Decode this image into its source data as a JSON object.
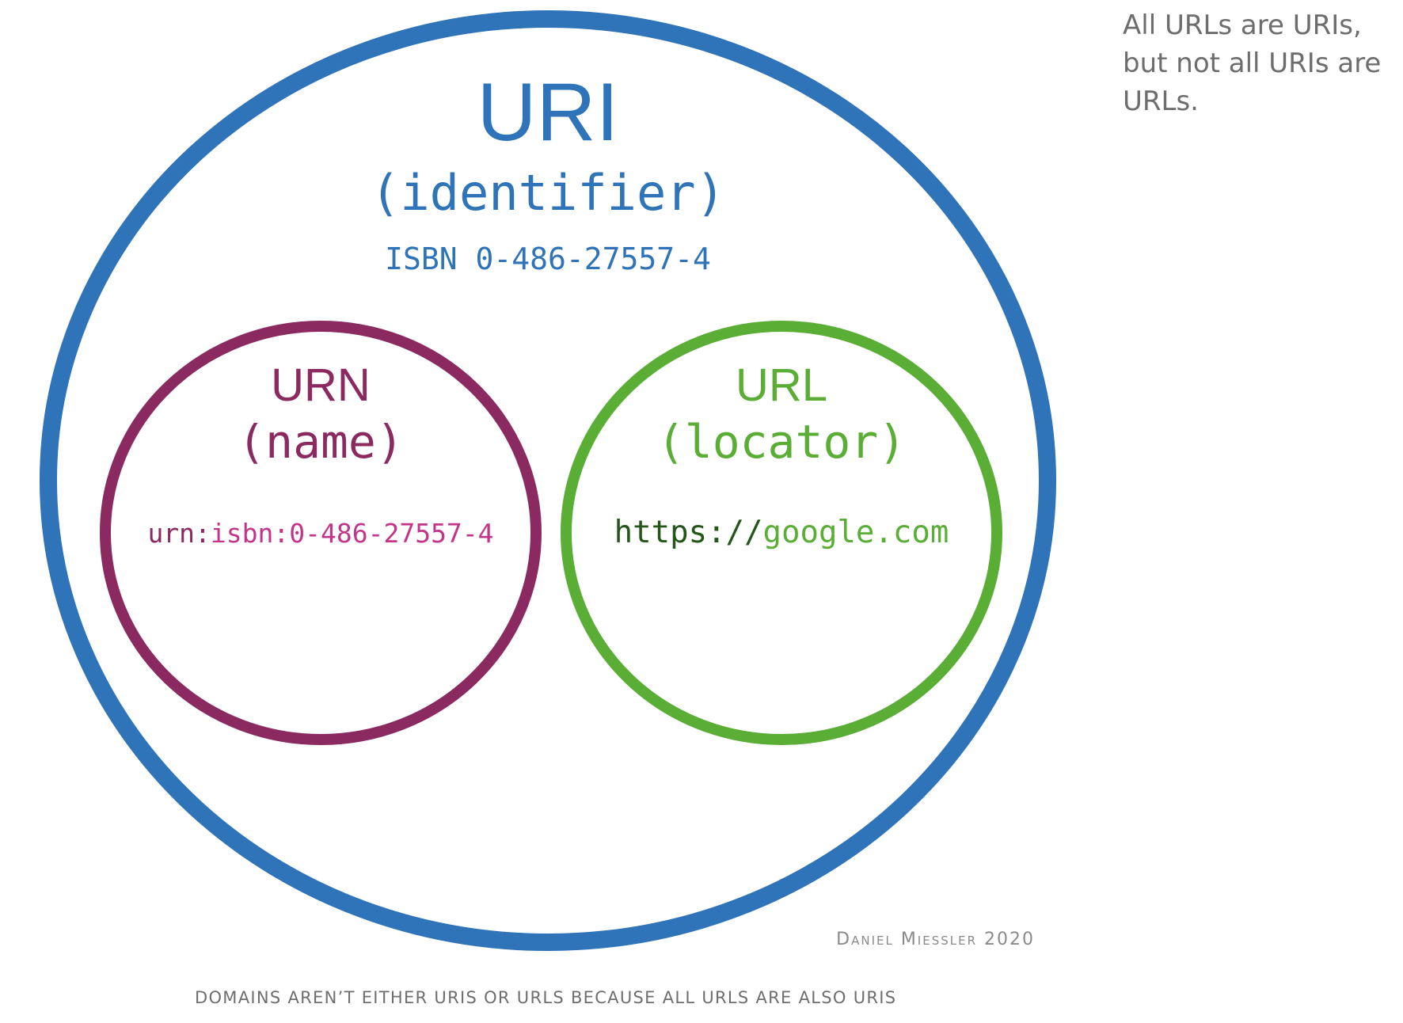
{
  "uri": {
    "title": "URI",
    "subtitle": "(identifier)",
    "example": "ISBN 0-486-27557-4",
    "color": "#2f73b8"
  },
  "urn": {
    "title": "URN",
    "subtitle": "(name)",
    "example_prefix": "urn:",
    "example_rest": "isbn:0-486-27557-4",
    "color": "#8b2a60",
    "example_color": "#c2358a"
  },
  "url": {
    "title": "URL",
    "subtitle": "(locator)",
    "example_prefix": "https://",
    "example_rest": "google.com",
    "color": "#5aad35",
    "prefix_color": "#24561a"
  },
  "note": "All URLs are URIs, but not all URIs are URLs.",
  "credit": "Daniel Miessler 2020",
  "footer": "DOMAINS AREN’T EITHER URIS OR URLS BECAUSE ALL URLS ARE ALSO URIS"
}
